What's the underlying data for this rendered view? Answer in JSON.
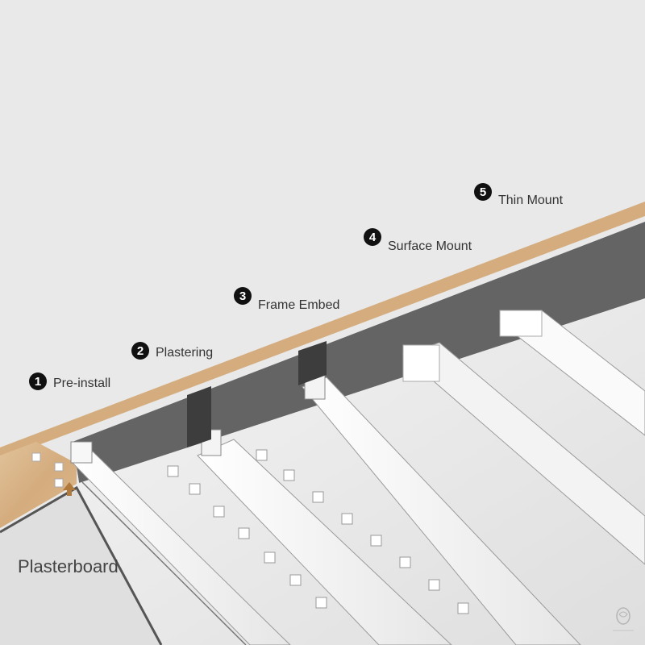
{
  "steps": [
    {
      "number": "1",
      "label": "Pre-install"
    },
    {
      "number": "2",
      "label": "Plastering"
    },
    {
      "number": "3",
      "label": "Frame Embed"
    },
    {
      "number": "4",
      "label": "Surface Mount"
    },
    {
      "number": "5",
      "label": "Thin Mount"
    }
  ],
  "material_label": "Plasterboard",
  "colors": {
    "background": "#e9e9e9",
    "wood": "#d9b488",
    "ceiling": "#f1f1f1",
    "channel": "#5c5c5c",
    "profile": "#f7f7f7"
  }
}
